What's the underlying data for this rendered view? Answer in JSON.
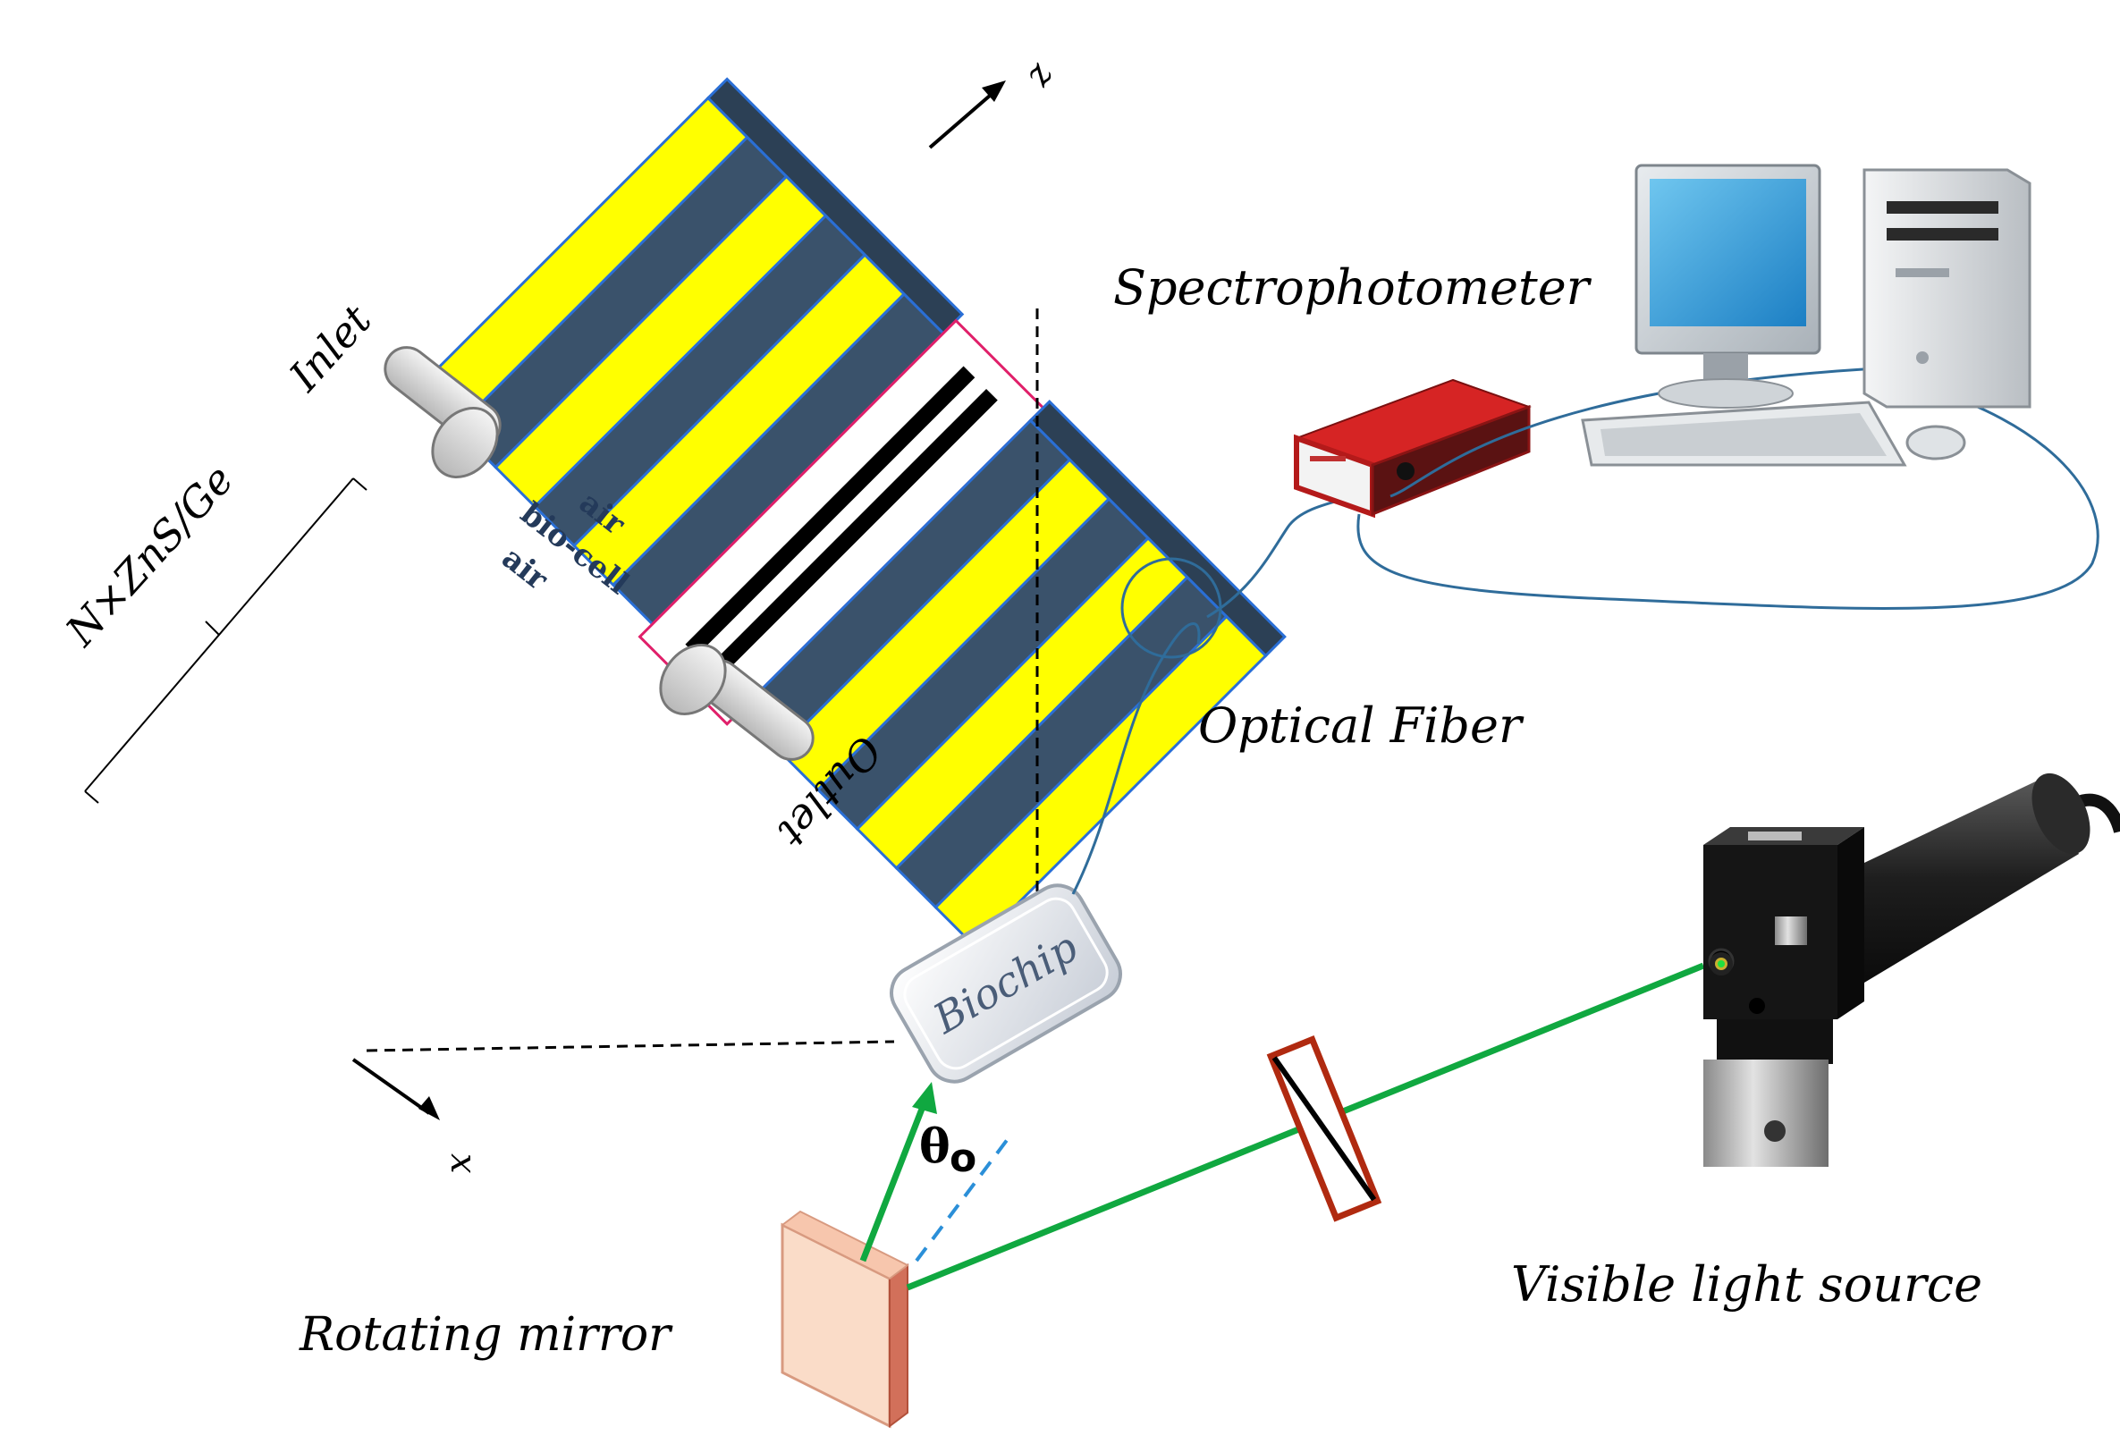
{
  "labels": {
    "spectrophotometer": "Spectrophotometer",
    "optical_fiber": "Optical Fiber",
    "visible_light_source": "Visible light source",
    "rotating_mirror": "Rotating mirror",
    "biochip": "Biochip",
    "inlet": "Inlet",
    "outlet": "Outlet",
    "stack": "N×ZnS/Ge",
    "air_top": "air",
    "bio_cell": "bio-cell",
    "air_bottom": "air",
    "axis_z": "z",
    "axis_x": "x",
    "angle": "θ",
    "angle_sup": "o"
  },
  "colors": {
    "zns_layer": "#ffff00",
    "ge_layer": "#3a526b",
    "laser_beam": "#10a840",
    "cable": "#2f6c9a",
    "polarizer": "#b02a10",
    "mirror": "#fadcc8",
    "channel_outline": "#e0206a"
  },
  "icons": [
    "computer-monitor-icon",
    "computer-tower-icon",
    "keyboard-icon",
    "mouse-icon",
    "spectrometer-box-icon",
    "laser-module-icon",
    "polarizer-icon",
    "mirror-icon"
  ]
}
